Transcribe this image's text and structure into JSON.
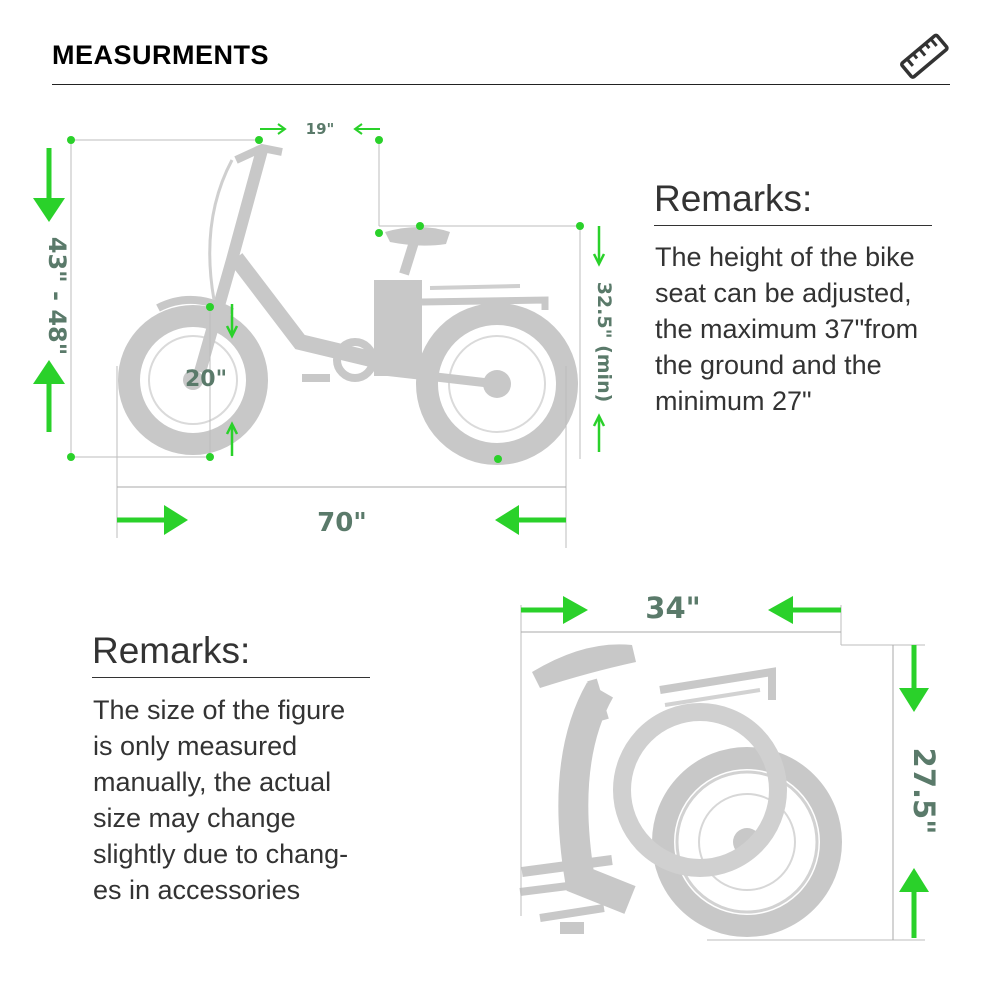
{
  "header": {
    "title": "MEASURMENTS",
    "icon": "ruler-icon"
  },
  "colors": {
    "accent": "#2ad12a",
    "label": "#5a7a6a",
    "silhouette": "#c8c8c8",
    "guide": "#bdbdbd"
  },
  "unfolded_bike": {
    "height_label": "43\" - 48\"",
    "handlebar_reach_label": "19\"",
    "wheel_label": "20\"",
    "seat_height_label": "32.5\" (min)",
    "length_label": "70\""
  },
  "folded_bike": {
    "width_label": "34\"",
    "height_label": "27.5\""
  },
  "remarks_seat": {
    "heading": "Remarks:",
    "body": "The height of the bike\nseat can be adjusted,\nthe maximum 37\"from\nthe ground and the\nminimum 27\""
  },
  "remarks_size": {
    "heading": "Remarks:",
    "body": "The size of the figure\nis only measured\nmanually, the actual\nsize may change\nslightly due to chang-\nes in accessories"
  }
}
